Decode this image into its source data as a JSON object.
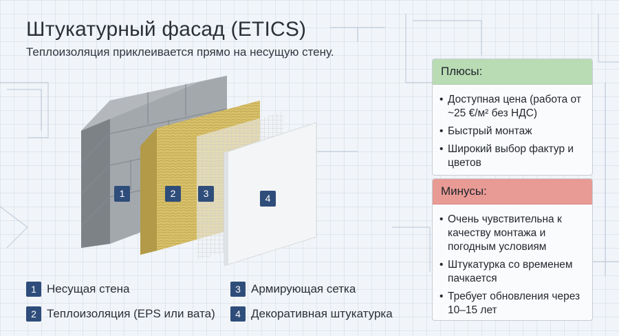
{
  "header": {
    "title": "Штукатурный фасад (ETICS)",
    "subtitle": "Теплоизоляция приклеивается прямо на несущую стену."
  },
  "layers": [
    {
      "num": "1",
      "label": "Несущая стена"
    },
    {
      "num": "2",
      "label": "Теплоизоляция (EPS или вата)"
    },
    {
      "num": "3",
      "label": "Армирующая сетка"
    },
    {
      "num": "4",
      "label": "Декоративная штукатурка"
    }
  ],
  "pros": {
    "title": "Плюсы:",
    "items": [
      "Доступная цена (работа от ~25 €/м² без НДС)",
      "Быстрый монтаж",
      "Широкий выбор фактур и цветов"
    ]
  },
  "cons": {
    "title": "Минусы:",
    "items": [
      "Очень чувствительна к качеству монтажа и погодным условиям",
      "Штукатурка со временем пачкается",
      "Требует обновления через 10–15 лет"
    ]
  },
  "colors": {
    "accent": "#2f4d7a",
    "pros_header": "#b9dcb4",
    "cons_header": "#e89a95",
    "wall": "#9ea3a8",
    "insulation": "#d8c16a",
    "plaster": "#f2f3f4"
  }
}
